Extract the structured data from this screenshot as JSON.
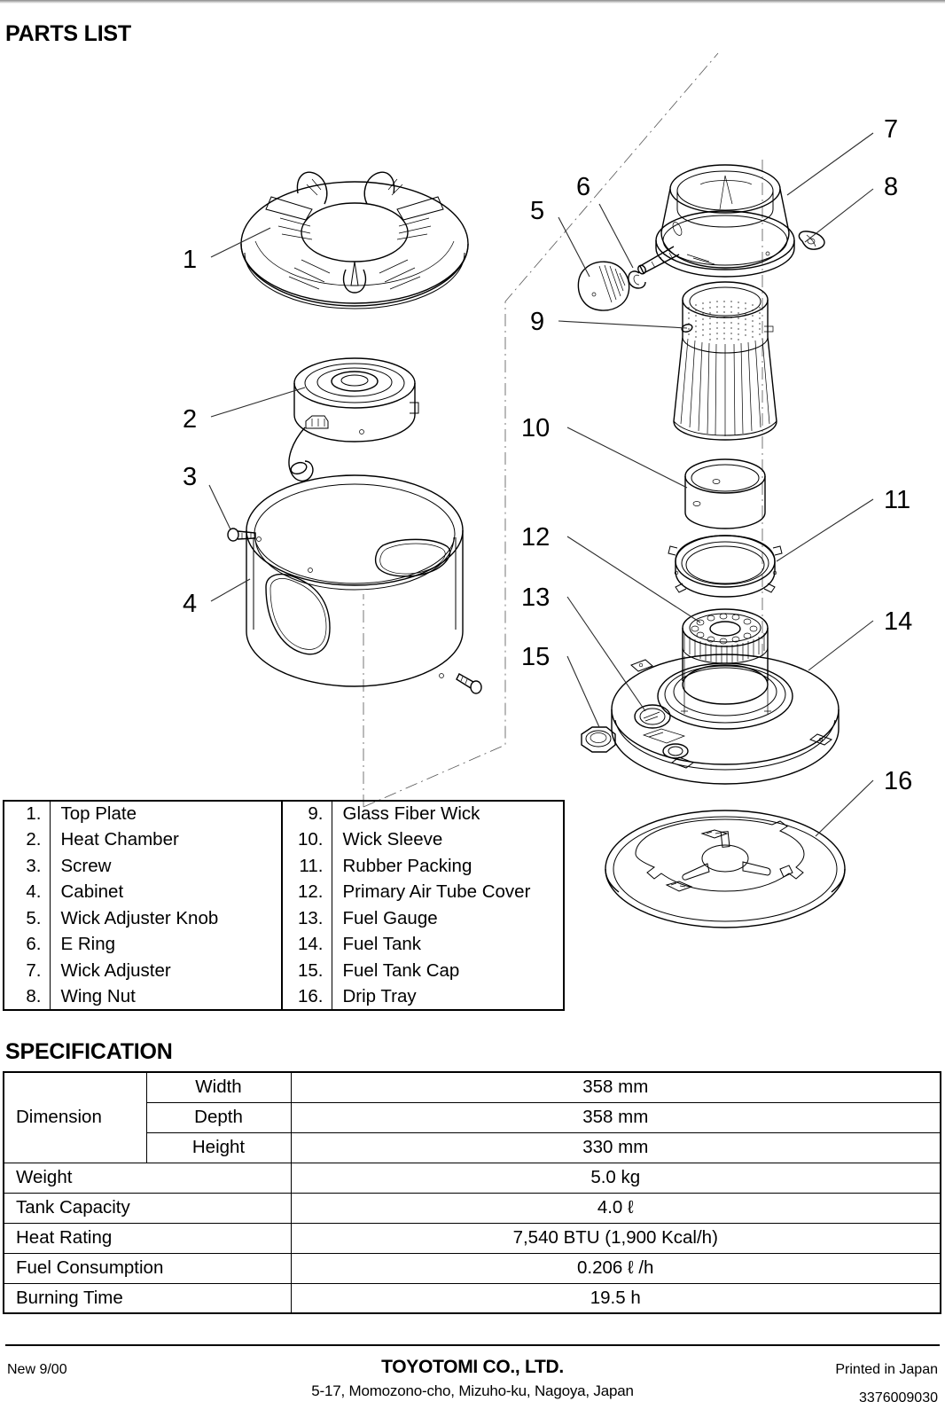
{
  "headings": {
    "parts_list": "PARTS LIST",
    "specification": "SPECIFICATION"
  },
  "parts_table": {
    "left_column": [
      {
        "num": "1.",
        "name": "Top Plate"
      },
      {
        "num": "2.",
        "name": "Heat Chamber"
      },
      {
        "num": "3.",
        "name": "Screw"
      },
      {
        "num": "4.",
        "name": "Cabinet"
      },
      {
        "num": "5.",
        "name": "Wick Adjuster Knob"
      },
      {
        "num": "6.",
        "name": "E Ring"
      },
      {
        "num": "7.",
        "name": "Wick Adjuster"
      },
      {
        "num": "8.",
        "name": "Wing Nut"
      }
    ],
    "right_column": [
      {
        "num": "9.",
        "name": "Glass Fiber Wick"
      },
      {
        "num": "10.",
        "name": "Wick Sleeve"
      },
      {
        "num": "11.",
        "name": "Rubber Packing"
      },
      {
        "num": "12.",
        "name": "Primary Air Tube Cover"
      },
      {
        "num": "13.",
        "name": "Fuel Gauge"
      },
      {
        "num": "14.",
        "name": "Fuel Tank"
      },
      {
        "num": "15.",
        "name": "Fuel Tank Cap"
      },
      {
        "num": "16.",
        "name": "Drip Tray"
      }
    ]
  },
  "diagram": {
    "callouts": [
      {
        "id": "1",
        "label": "1"
      },
      {
        "id": "2",
        "label": "2"
      },
      {
        "id": "3",
        "label": "3"
      },
      {
        "id": "4",
        "label": "4"
      },
      {
        "id": "5",
        "label": "5"
      },
      {
        "id": "6",
        "label": "6"
      },
      {
        "id": "7",
        "label": "7"
      },
      {
        "id": "8",
        "label": "8"
      },
      {
        "id": "9",
        "label": "9"
      },
      {
        "id": "10",
        "label": "10"
      },
      {
        "id": "11",
        "label": "11"
      },
      {
        "id": "12",
        "label": "12"
      },
      {
        "id": "13",
        "label": "13"
      },
      {
        "id": "14",
        "label": "14"
      },
      {
        "id": "15",
        "label": "15"
      },
      {
        "id": "16",
        "label": "16"
      }
    ]
  },
  "spec_table": {
    "dimension_label": "Dimension",
    "rows": [
      {
        "label": "Dimension",
        "sublabel": "Width",
        "value": "358 mm"
      },
      {
        "label": "",
        "sublabel": "Depth",
        "value": "358 mm"
      },
      {
        "label": "",
        "sublabel": "Height",
        "value": "330 mm"
      },
      {
        "label": "Weight",
        "sublabel": "",
        "value": "5.0 kg"
      },
      {
        "label": "Tank Capacity",
        "sublabel": "",
        "value": "4.0  ℓ"
      },
      {
        "label": "Heat Rating",
        "sublabel": "",
        "value": "7,540 BTU (1,900 Kcal/h)"
      },
      {
        "label": "Fuel Consumption",
        "sublabel": "",
        "value": "0.206  ℓ /h"
      },
      {
        "label": "Burning Time",
        "sublabel": "",
        "value": "19.5 h"
      }
    ]
  },
  "footer": {
    "revision": "New 9/00",
    "company": "TOYOTOMI CO., LTD.",
    "address": "5-17, Momozono-cho, Mizuho-ku, Nagoya, Japan",
    "printed_in": "Printed in Japan",
    "doc_code": "3376009030"
  }
}
